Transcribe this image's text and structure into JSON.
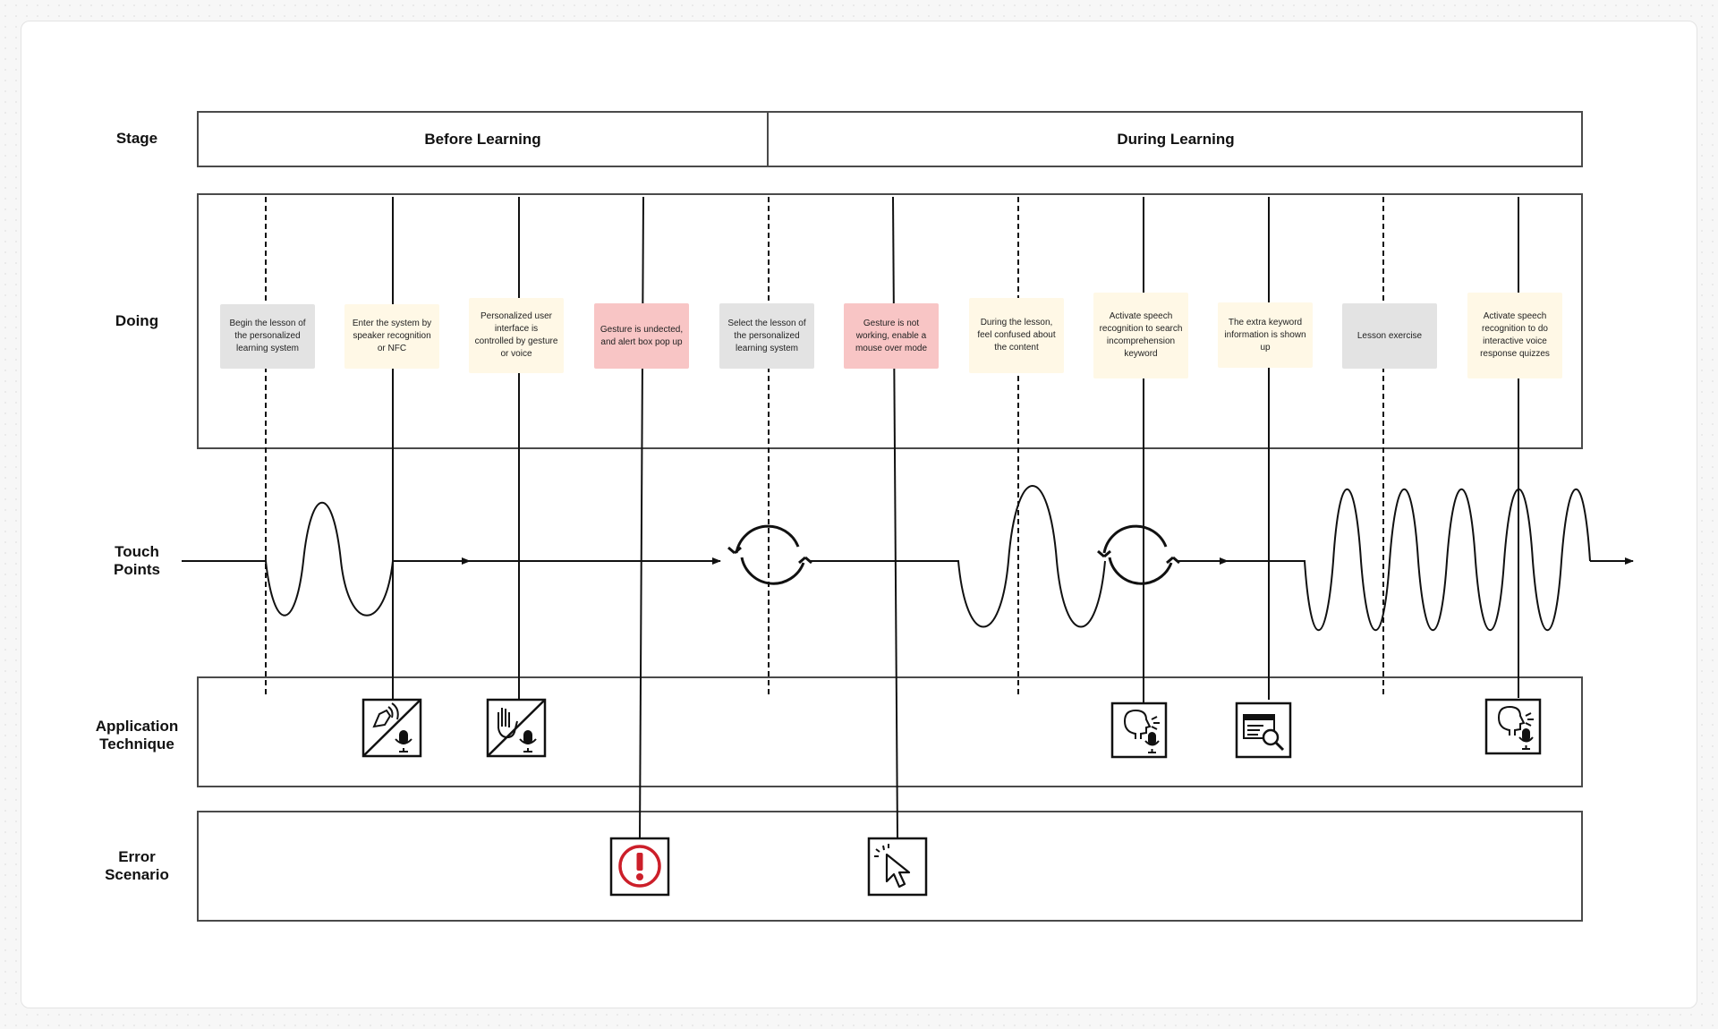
{
  "rows": {
    "stage": "Stage",
    "doing": "Doing",
    "touch_points": [
      "Touch",
      "Points"
    ],
    "application_technique": [
      "Application",
      "Technique"
    ],
    "error_scenario": [
      "Error",
      "Scenario"
    ]
  },
  "stages": {
    "before": "Before Learning",
    "during": "During Learning"
  },
  "doing": [
    {
      "text": "Begin the lesson of the personalized learning system",
      "style": "grey"
    },
    {
      "text": "Enter the system by speaker recognition or NFC",
      "style": "yellow"
    },
    {
      "text": "Personalized user interface is controlled by gesture or voice",
      "style": "yellow"
    },
    {
      "text": "Gesture is undected, and alert box pop up",
      "style": "red"
    },
    {
      "text": "Select the lesson of the personalized learning system",
      "style": "grey"
    },
    {
      "text": "Gesture is not working, enable a mouse over mode",
      "style": "red"
    },
    {
      "text": "During the lesson, feel confused about the content",
      "style": "yellow"
    },
    {
      "text": "Activate speech recognition to search incomprehension keyword",
      "style": "yellow"
    },
    {
      "text": "The extra keyword information is shown up",
      "style": "yellow"
    },
    {
      "text": "Lesson exercise",
      "style": "grey"
    },
    {
      "text": "Activate speech recognition to do interactive voice response quizzes",
      "style": "yellow"
    }
  ],
  "technique_icons": [
    "nfc-or-voice-icon",
    "gesture-or-voice-icon",
    "speaker-recognition-icon",
    "keyword-search-icon",
    "voice-response-icon"
  ],
  "error_icons": [
    "alert-icon",
    "mouse-over-cursor-icon"
  ],
  "colors": {
    "line": "#111111",
    "frame": "#4a4a4a",
    "grey_card": "#e3e3e3",
    "yellow_card": "#fff8e6",
    "red_card": "#f8c5c5",
    "alert_red": "#cc1f2a"
  }
}
